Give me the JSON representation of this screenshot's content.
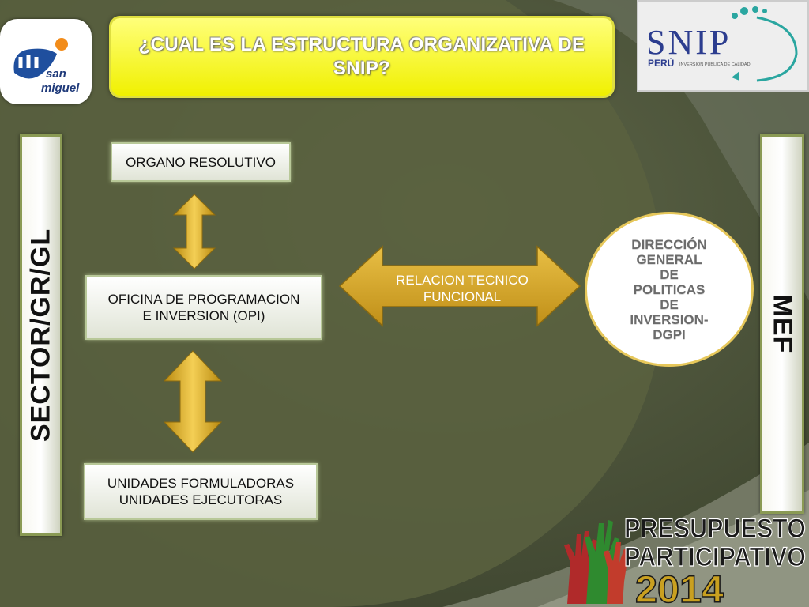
{
  "title": "¿CUAL ES LA ESTRUCTURA ORGANIZATIVA DE SNIP?",
  "logo_left": {
    "line1": "san",
    "line2": "miguel"
  },
  "logo_snip": {
    "main": "SNIP",
    "country": "PERÚ",
    "tagline": "INVERSIÓN PÚBLICA DE CALIDAD"
  },
  "left_bar": "SECTOR/GR/GL",
  "right_bar": "MEF",
  "nodes": {
    "organo": "ORGANO RESOLUTIVO",
    "opi_line1": "OFICINA DE PROGRAMACION",
    "opi_line2": "E INVERSION (OPI)",
    "uf_line1": "UNIDADES FORMULADORAS",
    "uf_line2": "UNIDADES EJECUTORAS"
  },
  "relation": {
    "line1": "RELACION TECNICO",
    "line2": "FUNCIONAL"
  },
  "dgpi": [
    "DIRECCIÓN",
    "GENERAL",
    "DE",
    "POLITICAS",
    "DE",
    "INVERSION-",
    "DGPI"
  ],
  "footer": {
    "line1": "PRESUPUESTO",
    "line2": "PARTICIPATIVO",
    "year": "2014"
  },
  "colors": {
    "title_bg": "#f3f300",
    "arrow_gold": "#e0b030",
    "bar_border": "#8a9a54",
    "circle_border": "#e6c75a"
  }
}
